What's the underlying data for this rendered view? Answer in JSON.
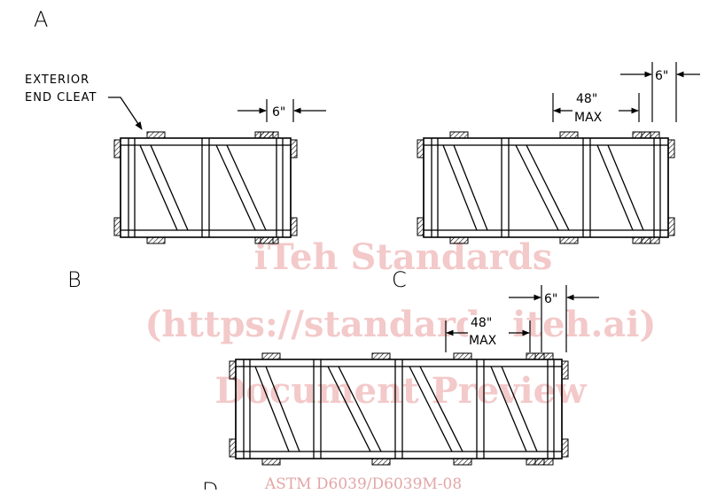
{
  "labels": {
    "a": "A",
    "b": "B",
    "c": "C",
    "d": "D"
  },
  "callouts": {
    "exterior_end_cleat_line1": "EXTERIOR",
    "exterior_end_cleat_line2": "END CLEAT"
  },
  "dimensions": {
    "six_inch": "6\"",
    "forty_eight": "48\"",
    "max": "MAX"
  },
  "watermark": {
    "line1": "iTeh Standards",
    "line2": "(https://standards.iteh.ai)",
    "line3": "Document Preview"
  },
  "footer_link": "ASTM D6039/D6039M-08",
  "colors": {
    "ink": "#000000",
    "watermark": "#f3c9c9",
    "link": "#e3a6a6"
  }
}
